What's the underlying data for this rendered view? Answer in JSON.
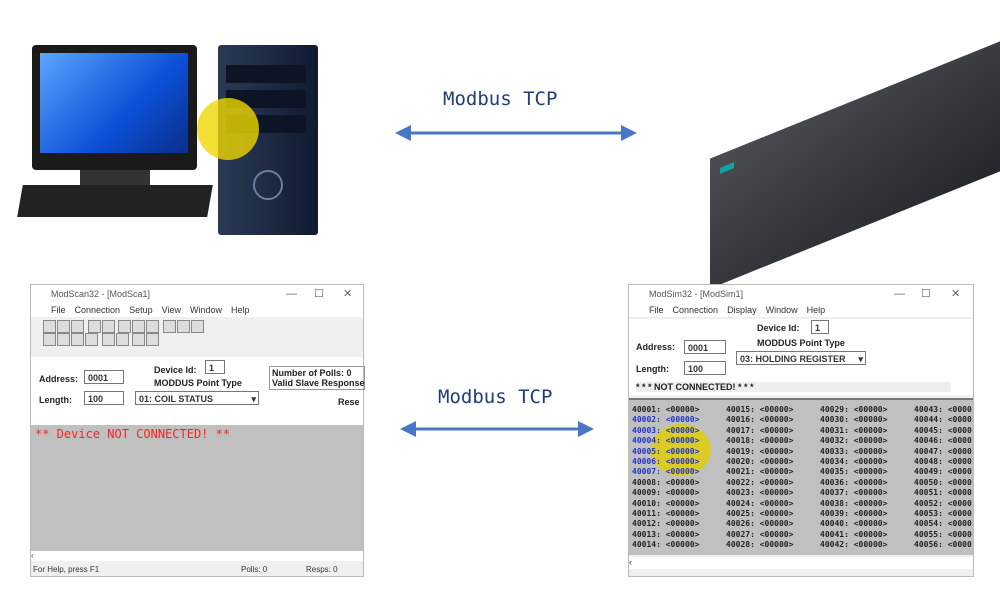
{
  "top_link_label": "Modbus TCP",
  "bottom_link_label": "Modbus TCP",
  "colors": {
    "arrow": "#4a76c6",
    "highlight": "#e8d200",
    "error_text": "#ff2020"
  },
  "modscan": {
    "title": "ModScan32 - [ModSca1]",
    "menu": [
      "File",
      "Connection",
      "Setup",
      "View",
      "Window",
      "Help"
    ],
    "device_id_label": "Device Id:",
    "device_id": "1",
    "point_type_label": "MODDUS Point Type",
    "address_label": "Address:",
    "address": "0001",
    "length_label": "Length:",
    "length": "100",
    "point_type": "01: COIL STATUS",
    "polls_label": "Number of Polls: 0",
    "responses_label": "Valid Slave Response",
    "reset_label": "Rese",
    "status_message": "** Device NOT CONNECTED! **",
    "status_bar": [
      "For Help, press F1",
      "Polls: 0",
      "Resps: 0"
    ]
  },
  "modsim": {
    "title": "ModSim32 - [ModSim1]",
    "menu": [
      "File",
      "Connection",
      "Display",
      "Window",
      "Help"
    ],
    "device_id_label": "Device Id:",
    "device_id": "1",
    "point_type_label": "MODDUS Point Type",
    "address_label": "Address:",
    "address": "0001",
    "length_label": "Length:",
    "length": "100",
    "point_type": "03: HOLDING REGISTER",
    "status_message": "* * * NOT CONNECTED! * * *",
    "registers": [
      "40001: <00000>",
      "40002: <00000>",
      "40003: <00000>",
      "40004: <00000>",
      "40005: <00000>",
      "40006: <00000>",
      "40007: <00000>",
      "40008: <00000>",
      "40009: <00000>",
      "40010: <00000>",
      "40011: <00000>",
      "40012: <00000>",
      "40013: <00000>",
      "40014: <00000>",
      "40015: <00000>",
      "40016: <00000>",
      "40017: <00000>",
      "40018: <00000>",
      "40019: <00000>",
      "40020: <00000>",
      "40021: <00000>",
      "40022: <00000>",
      "40023: <00000>",
      "40024: <00000>",
      "40025: <00000>",
      "40026: <00000>",
      "40027: <00000>",
      "40028: <00000>",
      "40029: <00000>",
      "40030: <00000>",
      "40031: <00000>",
      "40032: <00000>",
      "40033: <00000>",
      "40034: <00000>",
      "40035: <00000>",
      "40036: <00000>",
      "40037: <00000>",
      "40038: <00000>",
      "40039: <00000>",
      "40040: <00000>",
      "40041: <00000>",
      "40042: <00000>",
      "40043: <0000",
      "40044: <0000",
      "40045: <0000",
      "40046: <0000",
      "40047: <0000",
      "40048: <0000",
      "40049: <0000",
      "40050: <0000",
      "40051: <0000",
      "40052: <0000",
      "40053: <0000",
      "40054: <0000",
      "40055: <0000",
      "40056: <0000"
    ]
  }
}
